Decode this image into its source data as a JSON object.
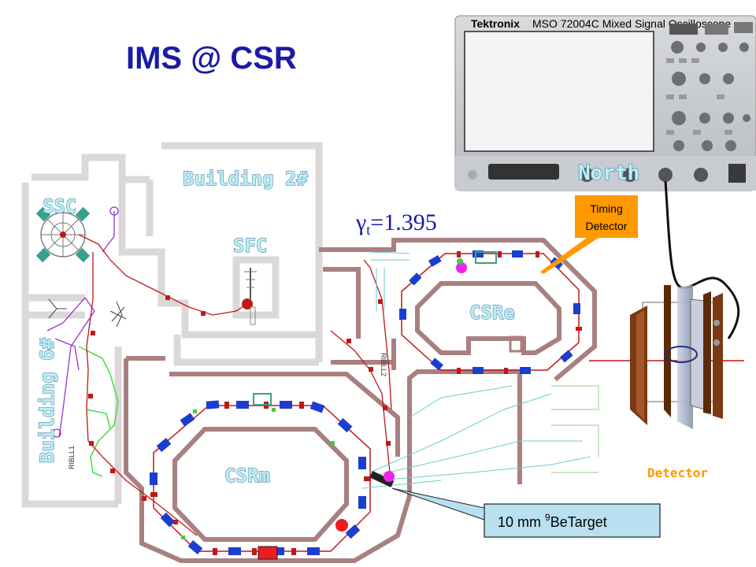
{
  "slide": {
    "title": "IMS @ CSR",
    "gamma_symbol": "γ",
    "gamma_subscript": "t",
    "gamma_value": "=1.395"
  },
  "labels": {
    "ssc": "SSC",
    "building2": "Building 2#",
    "sfc": "SFC",
    "building6": "Building 6#",
    "csre": "CSRe",
    "csrm": "CSRm",
    "ribll1": "RIBLL1",
    "ribll2": "RIBLL2",
    "north": "North",
    "detector": "Detector"
  },
  "oscilloscope": {
    "brand": "Tektronix",
    "model": "MSO 72004C Mixed Signal Oscilloscope"
  },
  "callouts": {
    "timing_line1": "Timing",
    "timing_line2": "Detector",
    "target_prefix": "10 mm ",
    "target_superscript": "9",
    "target_suffix": "BeTarget"
  },
  "colors": {
    "title": "#1a1aa8",
    "beamline_red": "#c01818",
    "dipole_blue": "#1a3fd0",
    "beamline_green": "#44dd44",
    "beamline_purple": "#9933cc",
    "beamline_cyan": "#66d0c8",
    "building_wall": "#a88080",
    "callout_fill": "#b8e0f0",
    "callout_orange": "#ff9900",
    "detector_label": "#ff9900"
  }
}
